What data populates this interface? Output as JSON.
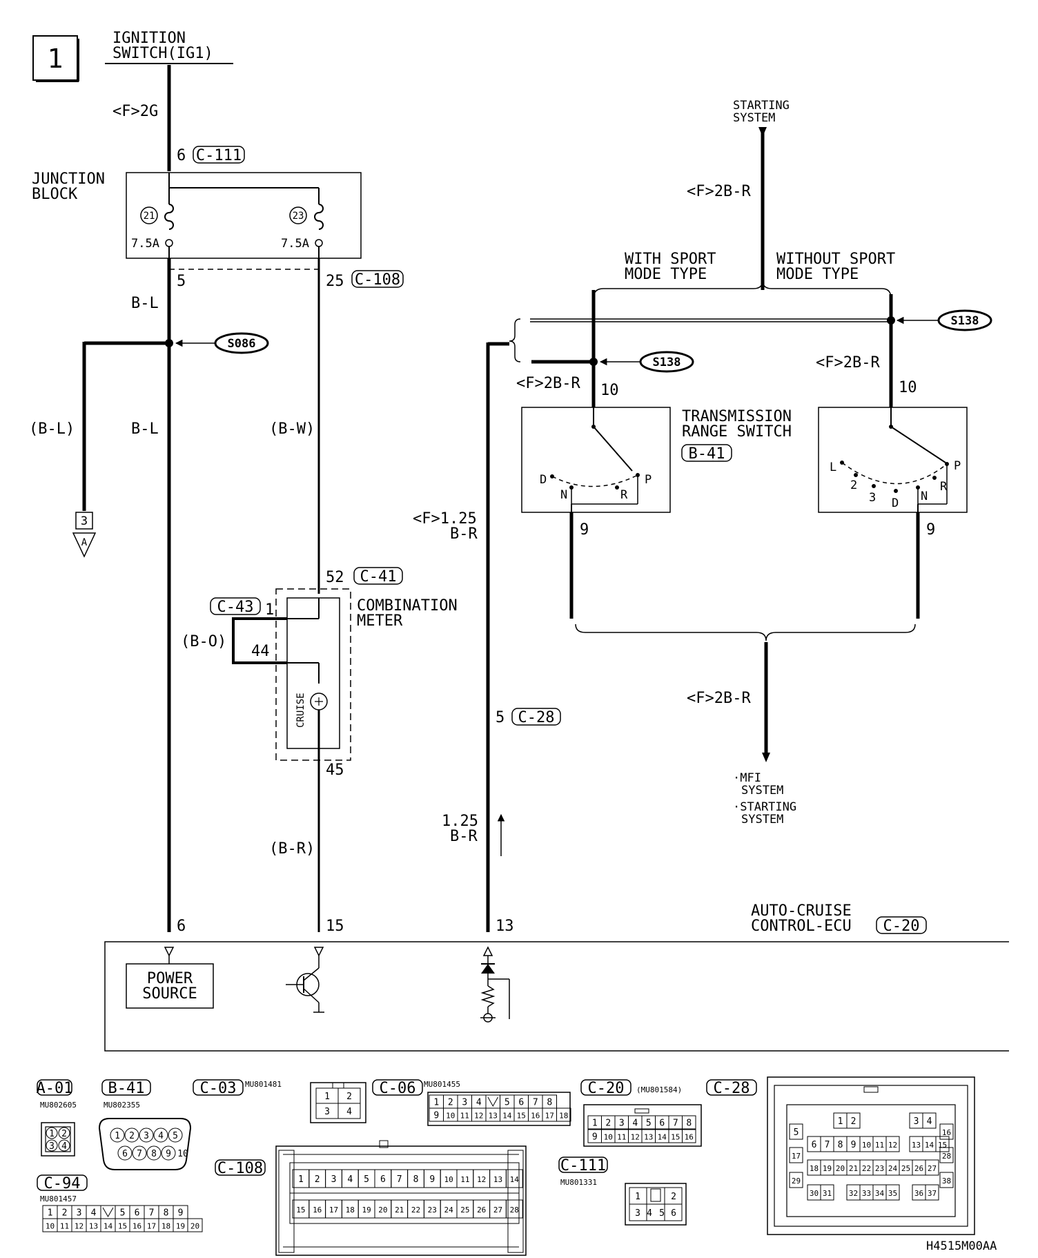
{
  "page_number": "1",
  "power": {
    "ignition_line1": "IGNITION",
    "ignition_line2": "SWITCH(IG1)",
    "wire_2g": "<F>2G",
    "pin6": "6",
    "conn_c111": "C-111"
  },
  "junction_block": {
    "line1": "JUNCTION",
    "line2": "BLOCK",
    "fuse_a": "21",
    "fuse_b": "23",
    "rating_a": "7.5A",
    "rating_b": "7.5A",
    "pin5": "5",
    "pin25": "25",
    "conn_c108": "C-108"
  },
  "left_branch": {
    "wire_bl_top": "B-L",
    "splice": "S086",
    "wire_bl_paren": "(B-L)",
    "wire_bl": "B-L",
    "connector_ref": "3",
    "arrow_ref": "A"
  },
  "meter": {
    "wire_bw": "(B-W)",
    "pin52": "52",
    "conn_c41": "C-41",
    "conn_c43": "C-43",
    "pin1": "1",
    "wire_bo": "(B-O)",
    "pin44": "44",
    "name_line1": "COMBINATION",
    "name_line2": "METER",
    "indicator": "CRUISE",
    "pin45": "45",
    "wire_br": "(B-R)"
  },
  "starting": {
    "line1": "STARTING",
    "line2": "SYSTEM",
    "wire_top": "<F>2B-R",
    "with_line1": "WITH SPORT",
    "with_line2": "MODE TYPE",
    "without_line1": "WITHOUT SPORT",
    "without_line2": "MODE TYPE",
    "splice_right": "S138",
    "splice_mid": "S138",
    "wire_left": "<F>2B-R",
    "wire_right": "<F>2B-R",
    "pin10_left": "10",
    "pin10_right": "10"
  },
  "trs": {
    "name_line1": "TRANSMISSION",
    "name_line2": "RANGE SWITCH",
    "conn": "B-41",
    "left_positions": [
      "D",
      "N",
      "R",
      "P"
    ],
    "right_positions": [
      "L",
      "2",
      "3",
      "D",
      "N",
      "R",
      "P"
    ],
    "pin9_left": "9",
    "pin9_right": "9",
    "wire_bottom": "<F>2B-R"
  },
  "mfi": {
    "line1": "·MFI",
    "line2": "SYSTEM",
    "line3": "·STARTING",
    "line4": "SYSTEM"
  },
  "ecu_wire": {
    "wire_125_line1": "<F>1.25",
    "wire_125_line2": "B-R",
    "pin5": "5",
    "conn_c28": "C-28",
    "wire_lower_line1": "1.25",
    "wire_lower_line2": "B-R"
  },
  "ecu": {
    "name_line1": "AUTO-CRUISE",
    "name_line2": "CONTROL-ECU",
    "conn": "C-20",
    "pin6": "6",
    "pin15": "15",
    "pin13": "13",
    "power_line1": "POWER",
    "power_line2": "SOURCE"
  },
  "connectors": {
    "a01": "A-01",
    "a01_part": "MU802605",
    "a01_pins": [
      "1",
      "2",
      "3",
      "4"
    ],
    "b41": "B-41",
    "b41_part": "MU802355",
    "b41_pins": [
      "1",
      "2",
      "3",
      "4",
      "5",
      "6",
      "7",
      "8",
      "9",
      "10"
    ],
    "c03": "C-03",
    "c03_part": "MU801481",
    "c03_pins": [
      "1",
      "2",
      "3",
      "4"
    ],
    "c06": "C-06",
    "c06_part": "MU801455",
    "c06_row1": [
      "1",
      "2",
      "3",
      "4",
      "",
      "5",
      "6",
      "7",
      "8"
    ],
    "c06_row2": [
      "9",
      "10",
      "11",
      "12",
      "13",
      "14",
      "15",
      "16",
      "17",
      "18"
    ],
    "c20": "C-20",
    "c20_part": "(MU801584)",
    "c20_row1": [
      "1",
      "2",
      "3",
      "4",
      "5",
      "6",
      "7",
      "8"
    ],
    "c20_row2": [
      "9",
      "10",
      "11",
      "12",
      "13",
      "14",
      "15",
      "16"
    ],
    "c28": "C-28",
    "c28_pins": [
      "1",
      "2",
      "3",
      "4",
      "5",
      "6",
      "7",
      "8",
      "9",
      "10",
      "11",
      "12",
      "13",
      "14",
      "15",
      "16",
      "17",
      "18",
      "19",
      "20",
      "21",
      "22",
      "23",
      "24",
      "25",
      "26",
      "27",
      "28",
      "29",
      "30",
      "31",
      "32",
      "33",
      "34",
      "35",
      "36",
      "37",
      "38"
    ],
    "c94": "C-94",
    "c94_part": "MU801457",
    "c94_row1": [
      "1",
      "2",
      "3",
      "4",
      "",
      "5",
      "6",
      "7",
      "8",
      "9"
    ],
    "c94_row2": [
      "10",
      "11",
      "12",
      "13",
      "14",
      "15",
      "16",
      "17",
      "18",
      "19",
      "20"
    ],
    "c108": "C-108",
    "c108_row1": [
      "1",
      "2",
      "3",
      "4",
      "5",
      "6",
      "7",
      "8",
      "9",
      "10",
      "11",
      "12",
      "13",
      "14"
    ],
    "c108_row2": [
      "15",
      "16",
      "17",
      "18",
      "19",
      "20",
      "21",
      "22",
      "23",
      "24",
      "25",
      "26",
      "27",
      "28"
    ],
    "c111": "C-111",
    "c111_part": "MU801331",
    "c111_pins": [
      "1",
      "2",
      "3",
      "4",
      "5",
      "6"
    ]
  },
  "figure_code": "H4515M00AA"
}
